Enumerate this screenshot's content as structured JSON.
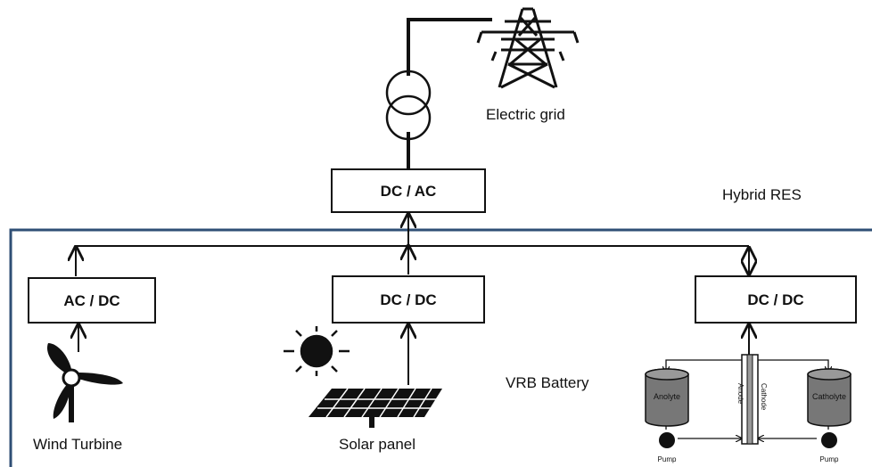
{
  "labels": {
    "electric_grid": "Electric grid",
    "hybrid_res": "Hybrid RES",
    "vrb_battery": "VRB Battery",
    "wind_turbine": "Wind Turbine",
    "solar_panel": "Solar panel"
  },
  "converters": {
    "grid_inverter": "DC / AC",
    "wind_rectifier": "AC / DC",
    "solar_converter": "DC / DC",
    "battery_converter": "DC / DC"
  },
  "battery": {
    "anolyte": "Anolyte",
    "catholyte": "Catholyte",
    "anode": "Anode",
    "cathode": "Cathode",
    "pump_left": "Pump",
    "pump_right": "Pump"
  },
  "colors": {
    "line": "#111111",
    "frame": "#2f4f75",
    "tank": "#7a7a7a"
  }
}
